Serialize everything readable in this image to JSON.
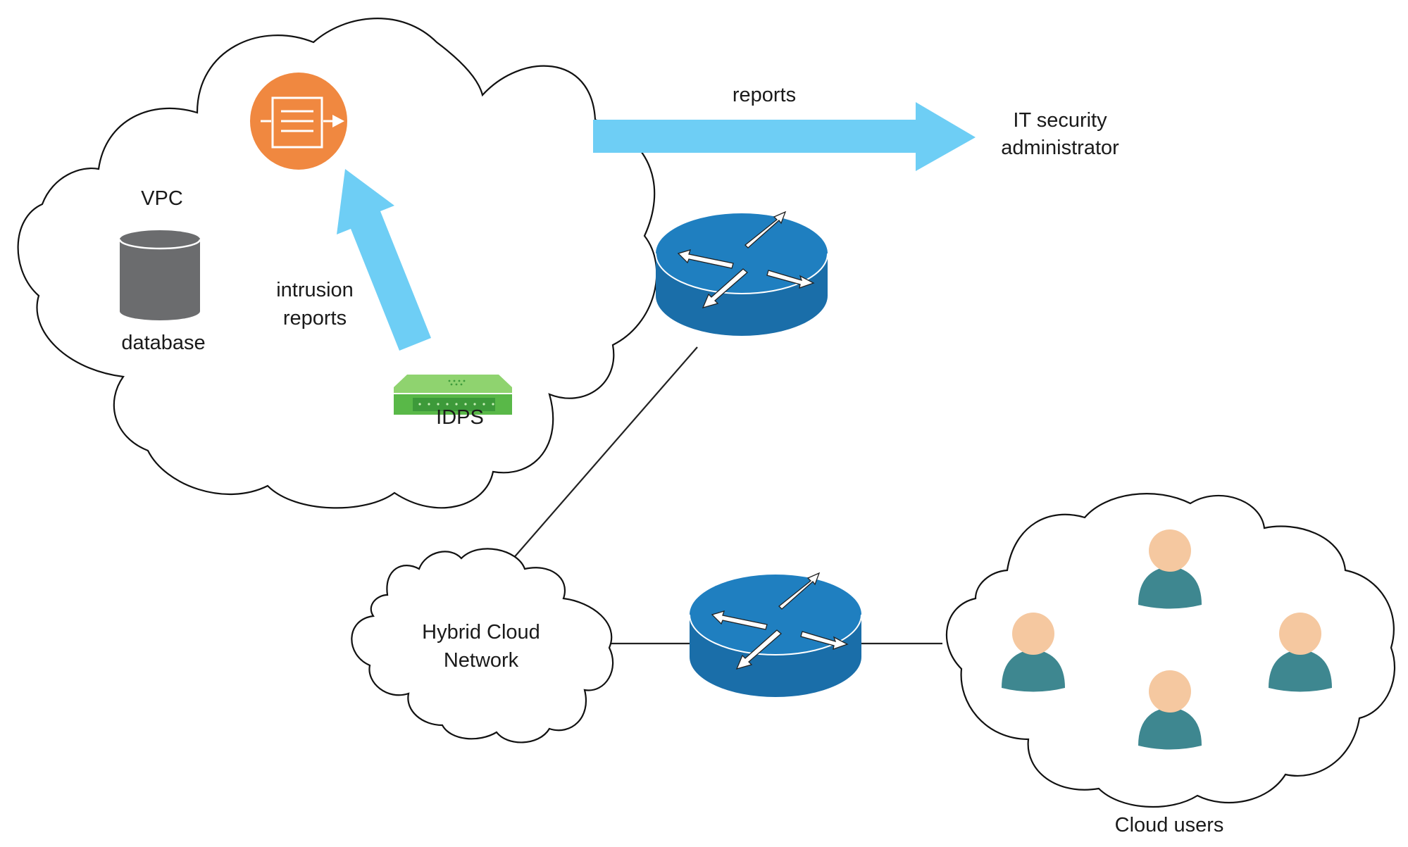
{
  "labels": {
    "vpc": "VPC",
    "database": "database",
    "intrusion_line1": "intrusion",
    "intrusion_line2": "reports",
    "idps": "IDPS",
    "reports": "reports",
    "admin_line1": "IT security",
    "admin_line2": "administrator",
    "hybrid_line1": "Hybrid Cloud",
    "hybrid_line2": "Network",
    "cloud_users": "Cloud users"
  },
  "colors": {
    "arrow": "#6ecef5",
    "router": "#1f7fc0",
    "router_dark": "#1a6ea9",
    "analyzer": "#f08840",
    "database": "#6b6c6e",
    "idps": "#59b848",
    "idps_top": "#8fd36f",
    "user_head": "#f5c8a0",
    "user_body": "#3e8790"
  },
  "icons": {
    "analyzer": "log-analyzer-icon",
    "database": "database-icon",
    "idps": "idps-appliance-icon",
    "router": "router-icon",
    "user": "user-icon"
  }
}
